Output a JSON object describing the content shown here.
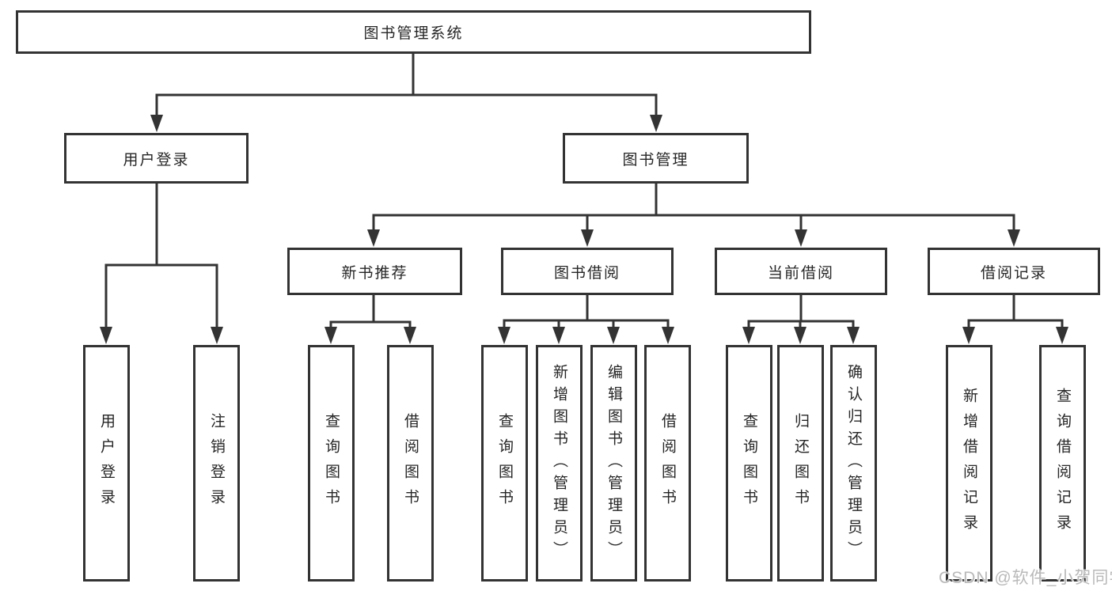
{
  "colors": {
    "line": "#333333",
    "text": "#262626",
    "background": "#ffffff",
    "watermark": "#b9b9b9"
  },
  "root": {
    "label": "图书管理系统"
  },
  "level2": {
    "user_login": {
      "label": "用户登录"
    },
    "book_mgmt": {
      "label": "图书管理"
    }
  },
  "level3": {
    "new_books": {
      "label": "新书推荐"
    },
    "book_borrow": {
      "label": "图书借阅"
    },
    "current_borrow": {
      "label": "当前借阅"
    },
    "borrow_records": {
      "label": "借阅记录"
    }
  },
  "leaves": {
    "user_login": {
      "label": "用户登录"
    },
    "logout": {
      "label": "注销登录"
    },
    "nb_query_books": {
      "label": "查询图书"
    },
    "nb_borrow_books": {
      "label": "借阅图书"
    },
    "bb_query_books": {
      "label": "查询图书"
    },
    "bb_add_books": {
      "label": "新增图书（管理员）"
    },
    "bb_edit_books": {
      "label": "编辑图书（管理员）"
    },
    "bb_borrow_books": {
      "label": "借阅图书"
    },
    "cb_query_books": {
      "label": "查询图书"
    },
    "cb_return_books": {
      "label": "归还图书"
    },
    "cb_confirm_return": {
      "label": "确认归还（管理员）"
    },
    "rec_add_record": {
      "label": "新增借阅记录"
    },
    "rec_query_record": {
      "label": "查询借阅记录"
    }
  },
  "watermark": {
    "text": "CSDN @软件_小贺同学"
  }
}
